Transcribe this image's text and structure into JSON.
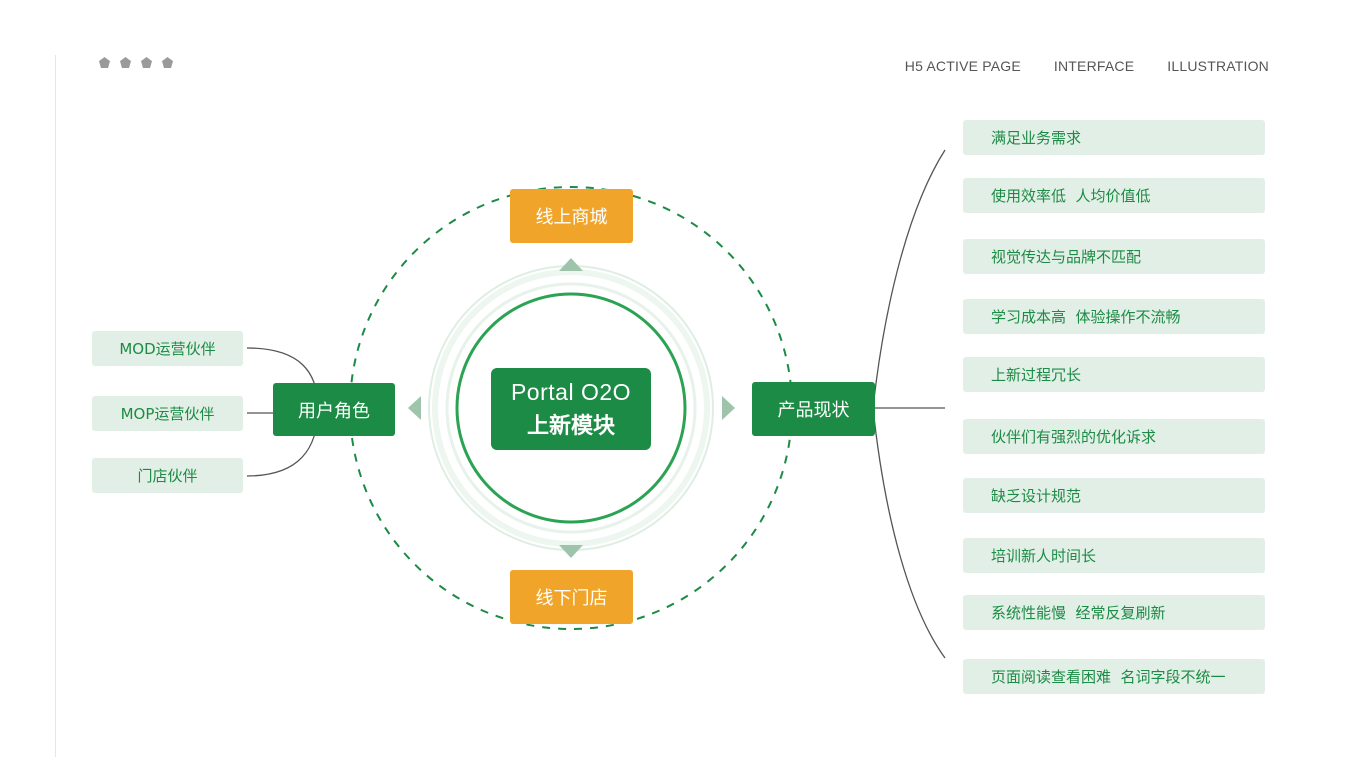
{
  "nav": {
    "items": [
      "H5 ACTIVE PAGE",
      "INTERFACE",
      "ILLUSTRATION"
    ]
  },
  "center": {
    "line1": "Portal O2O",
    "line2": "上新模块"
  },
  "nodes": {
    "top": "线上商城",
    "bottom": "线下门店",
    "left": "用户角色",
    "right": "产品现状"
  },
  "roles": [
    "MOD运营伙伴",
    "MOP运营伙伴",
    "门店伙伴"
  ],
  "issues": [
    "满足业务需求",
    "使用效率低  人均价值低",
    "视觉传达与品牌不匹配",
    "学习成本高  体验操作不流畅",
    "上新过程冗长",
    "伙伴们有强烈的优化诉求",
    "缺乏设计规范",
    "培训新人时间长",
    "系统性能慢  经常反复刷新",
    "页面阅读查看困难  名词字段不统一"
  ],
  "colors": {
    "green": "#1c8b45",
    "orange": "#f0a52a",
    "pill_bg": "#e2efe6",
    "ring": "#2aa352"
  }
}
